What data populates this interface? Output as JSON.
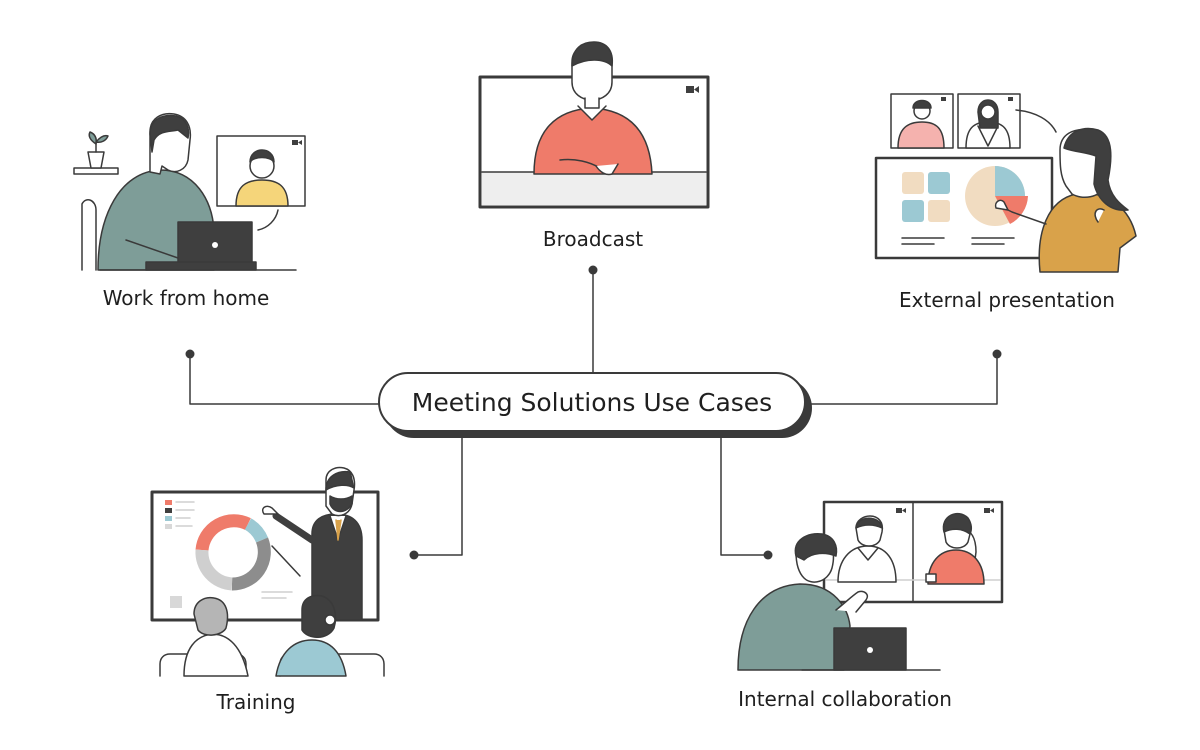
{
  "hub": {
    "title": "Meeting Solutions Use Cases"
  },
  "use_cases": [
    {
      "id": "work-from-home",
      "label": "Work from home"
    },
    {
      "id": "broadcast",
      "label": "Broadcast"
    },
    {
      "id": "external-presentation",
      "label": "External presentation"
    },
    {
      "id": "training",
      "label": "Training"
    },
    {
      "id": "internal-collaboration",
      "label": "Internal collaboration"
    }
  ],
  "colors": {
    "line": "#3a3a3a",
    "teal_shirt": "#7e9d98",
    "coral": "#ef7b6a",
    "mustard": "#d9a24a",
    "light_blue": "#9cc9d3",
    "beige": "#f1dcc1",
    "yellow": "#f5d57a",
    "pink": "#f5b2ae",
    "gray": "#b5b5b5",
    "dark": "#3f3f3f"
  },
  "icons": [
    "camera-icon",
    "laptop-icon",
    "plant-icon",
    "pie-chart-icon",
    "donut-chart-icon"
  ]
}
